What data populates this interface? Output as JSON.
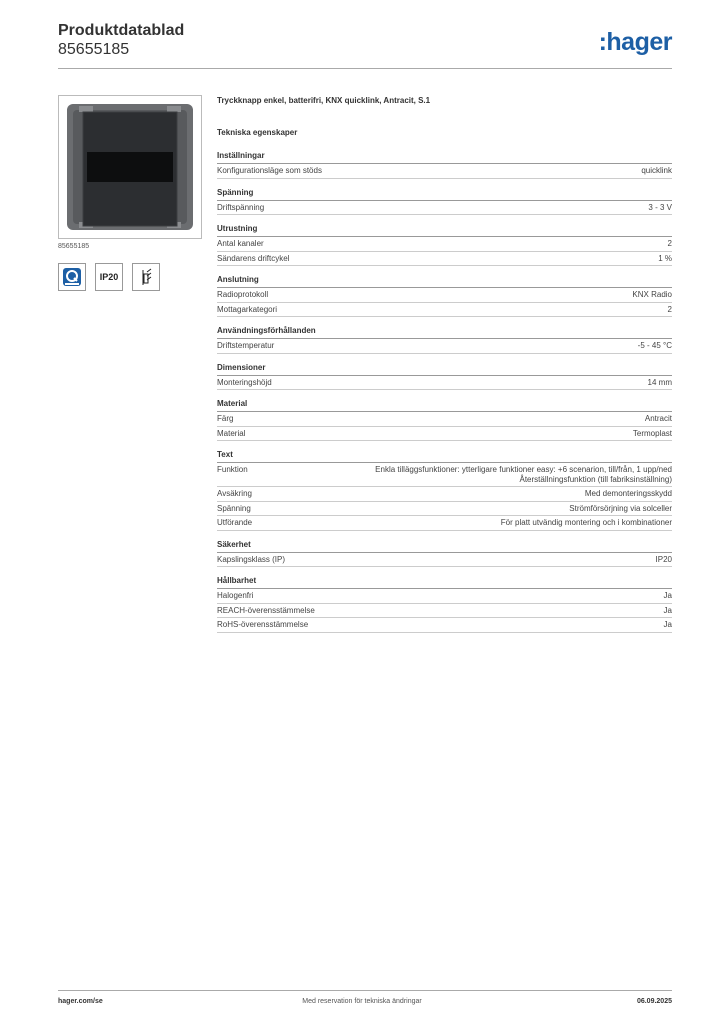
{
  "header": {
    "title": "Produktdatablad",
    "number": "85655185",
    "brand": "hager"
  },
  "image_caption": "85655185",
  "badges": {
    "ip": "IP20"
  },
  "product_name": "Tryckknapp enkel, batterifri, KNX quicklink, Antracit, S.1",
  "section_title": "Tekniska egenskaper",
  "groups": [
    {
      "title": "Inställningar",
      "rows": [
        {
          "k": "Konfigurationsläge som stöds",
          "v": "quicklink"
        }
      ]
    },
    {
      "title": "Spänning",
      "rows": [
        {
          "k": "Driftspänning",
          "v": "3 - 3 V"
        }
      ]
    },
    {
      "title": "Utrustning",
      "rows": [
        {
          "k": "Antal kanaler",
          "v": "2"
        },
        {
          "k": "Sändarens driftcykel",
          "v": "1 %"
        }
      ]
    },
    {
      "title": "Anslutning",
      "rows": [
        {
          "k": "Radioprotokoll",
          "v": "KNX Radio"
        },
        {
          "k": "Mottagarkategori",
          "v": "2"
        }
      ]
    },
    {
      "title": "Användningsförhållanden",
      "rows": [
        {
          "k": "Driftstemperatur",
          "v": "-5 - 45 °C"
        }
      ]
    },
    {
      "title": "Dimensioner",
      "rows": [
        {
          "k": "Monteringshöjd",
          "v": "14 mm"
        }
      ]
    },
    {
      "title": "Material",
      "rows": [
        {
          "k": "Färg",
          "v": "Antracit"
        },
        {
          "k": "Material",
          "v": "Termoplast"
        }
      ]
    },
    {
      "title": "Text",
      "rows": [
        {
          "k": "Funktion",
          "v": "Enkla tilläggsfunktioner: ytterligare funktioner easy: +6 scenarion, till/från, 1 upp/ned Återställningsfunktion (till fabriksinställning)"
        },
        {
          "k": "Avsäkring",
          "v": "Med demonteringsskydd"
        },
        {
          "k": "Spänning",
          "v": "Strömförsörjning via solceller"
        },
        {
          "k": "Utförande",
          "v": "För platt utvändig montering och i kombinationer"
        }
      ]
    },
    {
      "title": "Säkerhet",
      "rows": [
        {
          "k": "Kapslingsklass (IP)",
          "v": "IP20"
        }
      ]
    },
    {
      "title": "Hållbarhet",
      "rows": [
        {
          "k": "Halogenfri",
          "v": "Ja"
        },
        {
          "k": "REACH-överensstämmelse",
          "v": "Ja"
        },
        {
          "k": "RoHS-överensstämmelse",
          "v": "Ja"
        }
      ]
    }
  ],
  "footer": {
    "left": "hager.com/se",
    "center": "Med reservation för tekniska ändringar",
    "right": "06.09.2025"
  }
}
